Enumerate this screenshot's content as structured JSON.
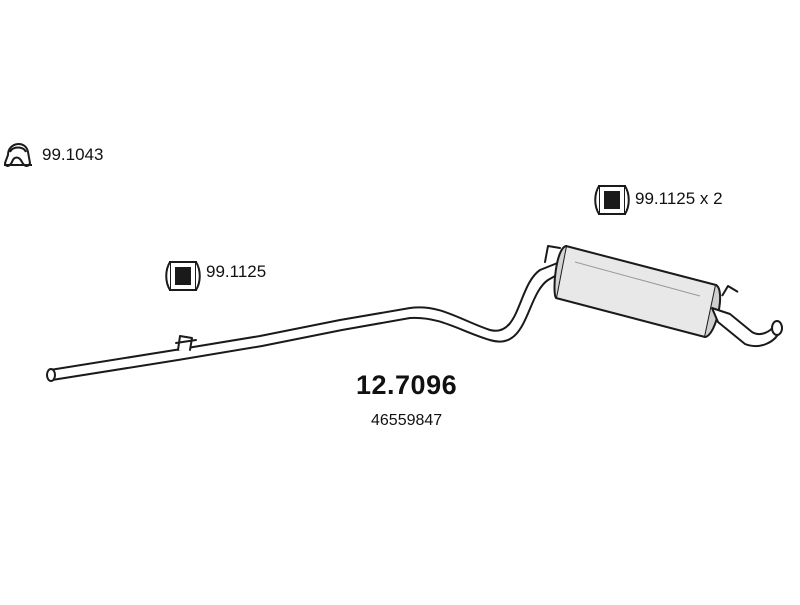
{
  "parts": {
    "clamp": {
      "code": "99.1043",
      "icon": "pipe-clamp-icon"
    },
    "hanger_single": {
      "code": "99.1125",
      "icon": "rubber-hanger-icon"
    },
    "hanger_pair": {
      "code": "99.1125 x 2",
      "icon": "rubber-hanger-icon"
    }
  },
  "main_part": {
    "number": "12.7096",
    "oem_number": "46559847"
  },
  "colors": {
    "line": "#1a1a1a",
    "muffler_fill": "#e8e8e8",
    "pipe_fill": "#ffffff"
  }
}
